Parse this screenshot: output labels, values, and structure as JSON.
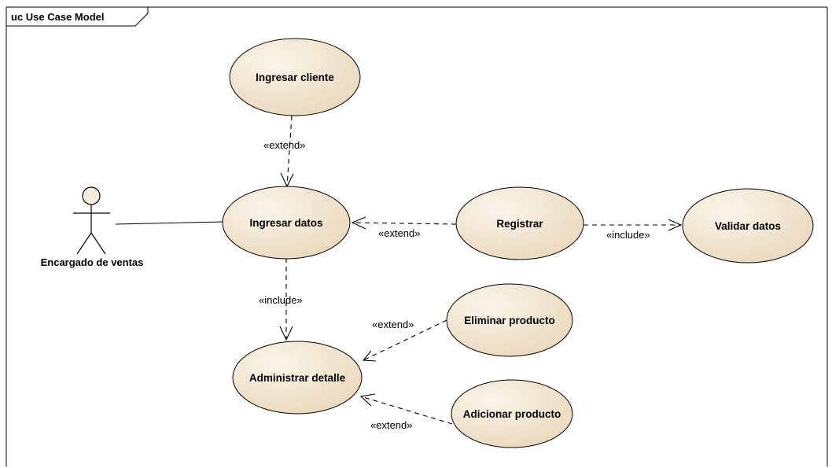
{
  "frame": {
    "title": "uc Use Case Model"
  },
  "actors": [
    {
      "id": "encargado",
      "name": "Encargado de ventas"
    }
  ],
  "use_cases": [
    {
      "id": "ingresar_cliente",
      "name": "Ingresar cliente"
    },
    {
      "id": "ingresar_datos",
      "name": "Ingresar datos"
    },
    {
      "id": "registrar",
      "name": "Registrar"
    },
    {
      "id": "validar_datos",
      "name": "Validar datos"
    },
    {
      "id": "administrar_detalle",
      "name": "Administrar detalle"
    },
    {
      "id": "eliminar_producto",
      "name": "Eliminar producto"
    },
    {
      "id": "adicionar_producto",
      "name": "Adicionar producto"
    }
  ],
  "relationships": [
    {
      "type": "association",
      "from": "encargado",
      "to": "ingresar_datos"
    },
    {
      "type": "extend",
      "from": "ingresar_cliente",
      "to": "ingresar_datos",
      "label": "«extend»"
    },
    {
      "type": "extend",
      "from": "registrar",
      "to": "ingresar_datos",
      "label": "«extend»"
    },
    {
      "type": "include",
      "from": "registrar",
      "to": "validar_datos",
      "label": "«include»"
    },
    {
      "type": "include",
      "from": "ingresar_datos",
      "to": "administrar_detalle",
      "label": "«include»"
    },
    {
      "type": "extend",
      "from": "eliminar_producto",
      "to": "administrar_detalle",
      "label": "«extend»"
    },
    {
      "type": "extend",
      "from": "adicionar_producto",
      "to": "administrar_detalle",
      "label": "«extend»"
    }
  ],
  "colors": {
    "use_case_fill_light": "#fbf5ea",
    "use_case_fill_dark": "#ead9bc",
    "line": "#000000"
  }
}
